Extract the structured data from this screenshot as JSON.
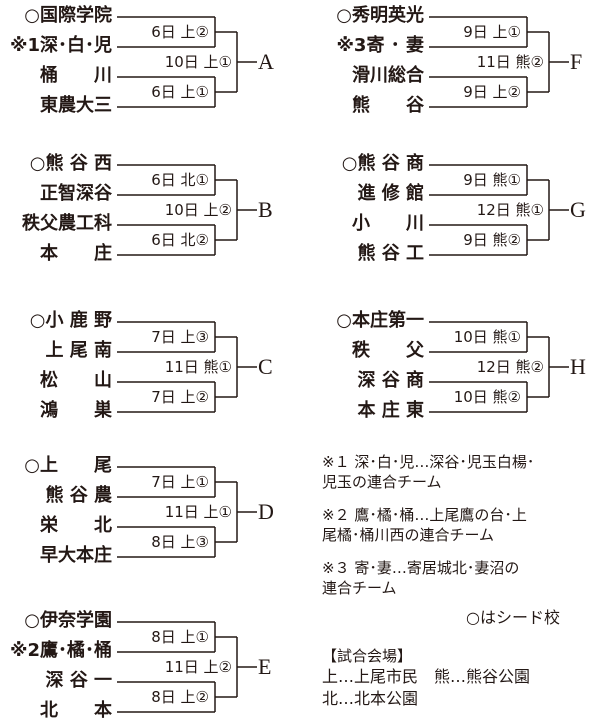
{
  "blocks": [
    {
      "letter": "A",
      "teams": [
        "○国際学院",
        "※1深･白･児",
        "桶　　川",
        "東農大三"
      ],
      "games": [
        "6日 上②",
        "6日 上①"
      ],
      "final": "10日 上①"
    },
    {
      "letter": "B",
      "teams": [
        "○熊 谷 西",
        "正智深谷",
        "秩父農工科",
        "本　　庄"
      ],
      "games": [
        "6日 北①",
        "6日 北②"
      ],
      "final": "10日 上②"
    },
    {
      "letter": "C",
      "teams": [
        "○小 鹿 野",
        "上 尾 南",
        "松　　山",
        "鴻　　巣"
      ],
      "games": [
        "7日 上③",
        "7日 上②"
      ],
      "final": "11日 熊①"
    },
    {
      "letter": "D",
      "teams": [
        "○上　　尾",
        "熊 谷 農",
        "栄　　北",
        "早大本庄"
      ],
      "games": [
        "7日 上①",
        "8日 上③"
      ],
      "final": "11日 上①"
    },
    {
      "letter": "E",
      "teams": [
        "○伊奈学園",
        "※2鷹･橘･桶",
        "深 谷 一",
        "北　　本"
      ],
      "games": [
        "8日 上①",
        "8日 上②"
      ],
      "final": "11日 上②"
    },
    {
      "letter": "F",
      "teams": [
        "○秀明英光",
        "※3寄 ･ 妻",
        "滑川総合",
        "熊　　谷"
      ],
      "games": [
        "9日 上①",
        "9日 上②"
      ],
      "final": "11日 熊②"
    },
    {
      "letter": "G",
      "teams": [
        "○熊 谷 商",
        "進 修 館",
        "小　　川",
        "熊 谷 工"
      ],
      "games": [
        "9日 熊①",
        "9日 熊②"
      ],
      "final": "12日 熊①"
    },
    {
      "letter": "H",
      "teams": [
        "○本庄第一",
        "秩　　父",
        "深 谷 商",
        "本 庄 東"
      ],
      "games": [
        "10日 熊①",
        "10日 熊②"
      ],
      "final": "12日 熊②"
    }
  ],
  "notes": {
    "n1a": "※１ 深･白･児…深谷･児玉白楊･",
    "n1b": "児玉の連合チーム",
    "n2a": "※２ 鷹･橘･桶…上尾鷹の台･上",
    "n2b": "尾橘･桶川西の連合チーム",
    "n3a": "※３ 寄･妻…寄居城北･妻沼の",
    "n3b": "連合チーム",
    "seed": "○はシード校",
    "venue_title": "【試合会場】",
    "venue1": "上…上尾市民　熊…熊谷公園",
    "venue2": "北…北本公園"
  }
}
